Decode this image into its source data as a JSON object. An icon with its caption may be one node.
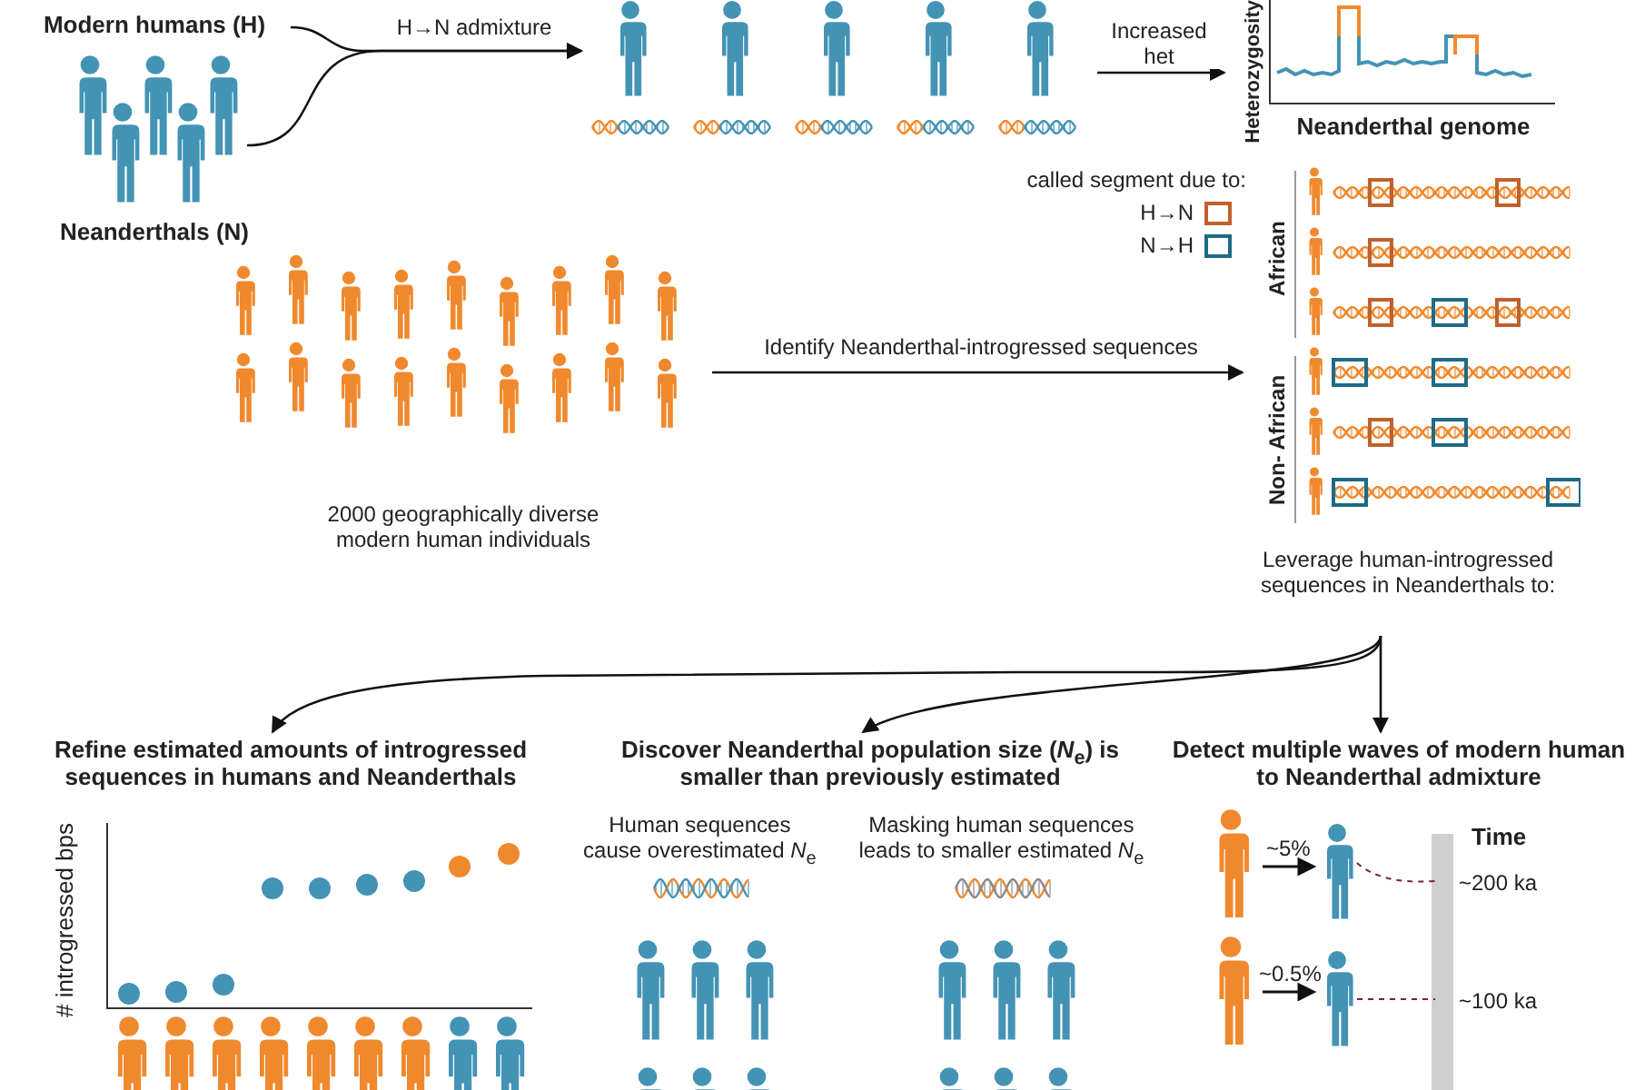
{
  "diagram": {
    "nodes": [
      {
        "text": [
          "Modern humans (H)"
        ]
      },
      {
        "text": [
          "Neanderthals (N)"
        ]
      },
      {
        "text": [],
        "shape": "picture"
      },
      {
        "text": [
          "Heterozygosity",
          "Neanderthal genome"
        ]
      },
      {
        "text": [
          "2000 geographically diverse modern human individuals"
        ]
      },
      {
        "text": [
          "African",
          "Non- African"
        ],
        "beside": [
          "Leverage human-introgressed sequences in Neanderthals to:"
        ]
      },
      {
        "text": [
          "Refine estimated amounts of introgressed sequences in humans and Neanderthals",
          "# introgressed bps"
        ]
      },
      {
        "text": [
          "Discover Neanderthal population size (*N*$_{e}$) is smaller than previously estimated",
          "Human sequences cause overestimated *N*$_{e}$",
          "Masking human sequences leads to smaller estimated *N*$_{e}$"
        ]
      },
      {
        "text": [
          "Detect multiple waves of modern human to Neanderthal admixture",
          "Time",
          "~5%",
          "~200 ka",
          "~0.5%",
          "~100 ka"
        ]
      }
    ],
    "edges": [
      {
        "from": 0,
        "to": 2,
        "arrow": "to",
        "label": "H→N admixture"
      },
      {
        "from": 1,
        "to": 2,
        "arrow": "to"
      },
      {
        "from": 2,
        "to": 3,
        "arrow": "to",
        "label": "Increased het"
      },
      {
        "from": 4,
        "to": 5,
        "arrow": "to",
        "label": "Identify Neanderthal-introgressed sequences"
      },
      {
        "from": 5,
        "to": 6,
        "arrow": "to"
      },
      {
        "from": 5,
        "to": 7,
        "arrow": "to"
      },
      {
        "from": 5,
        "to": 8,
        "arrow": "to"
      }
    ],
    "labels": [
      "called segment due to:"
    ],
    "legend": [
      {
        "text": "H→N",
        "color": "#c0612b"
      },
      {
        "text": "N→H",
        "color": "#1e6a86"
      }
    ]
  }
}
